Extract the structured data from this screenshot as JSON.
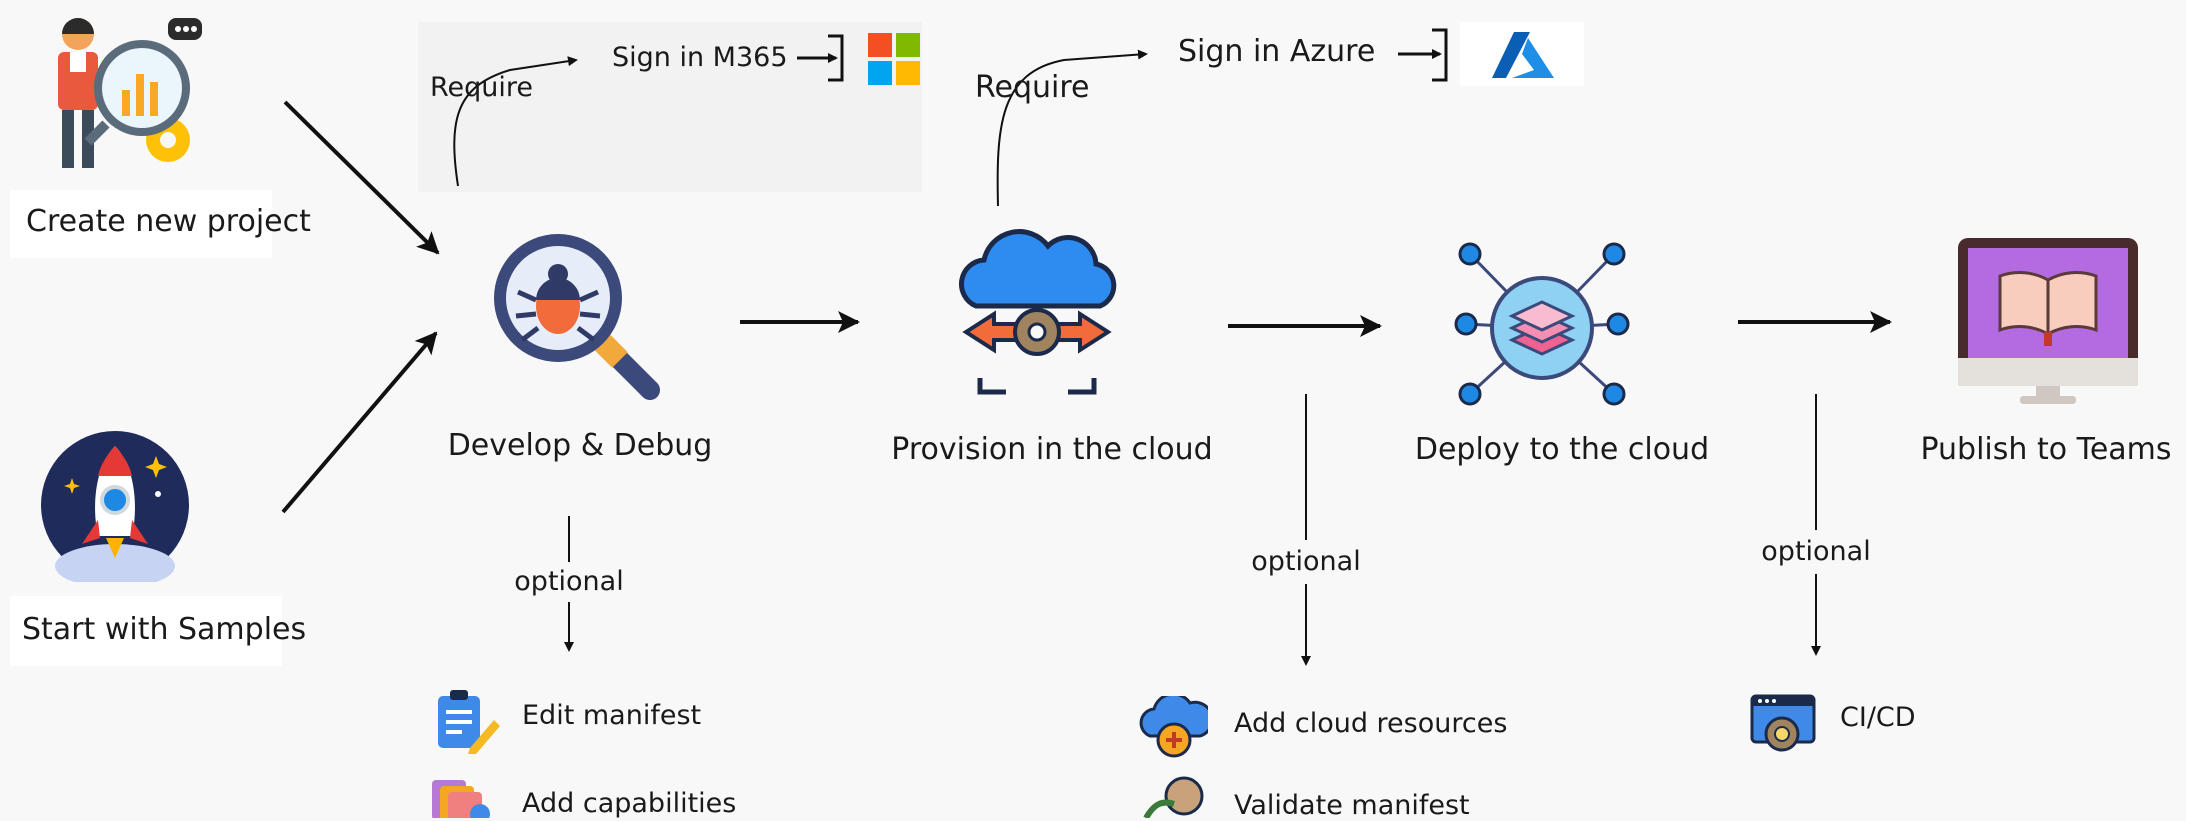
{
  "start": {
    "create_label": "Create new project",
    "samples_label": "Start with Samples"
  },
  "stages": {
    "develop": "Develop & Debug",
    "provision": "Provision in the cloud",
    "deploy": "Deploy to the cloud",
    "publish": "Publish to Teams"
  },
  "require": {
    "m365_require": "Require",
    "m365_sign_in": "Sign in M365",
    "azure_require": "Require",
    "azure_sign_in": "Sign in Azure"
  },
  "optional": {
    "develop": "optional",
    "deploy": "optional",
    "publish": "optional"
  },
  "tasks": {
    "edit_manifest": "Edit manifest",
    "add_capabilities": "Add capabilities",
    "add_cloud_resources": "Add cloud resources",
    "validate_manifest": "Validate manifest",
    "cicd": "CI/CD"
  },
  "colors": {
    "microsoft_red": "#f25022",
    "microsoft_green": "#7fba00",
    "microsoft_blue": "#00a4ef",
    "microsoft_yellow": "#ffb900",
    "azure_blue": "#0078d4",
    "cloud_blue": "#2e8bf0",
    "orange": "#f26b3a",
    "purple": "#b46ae0"
  }
}
